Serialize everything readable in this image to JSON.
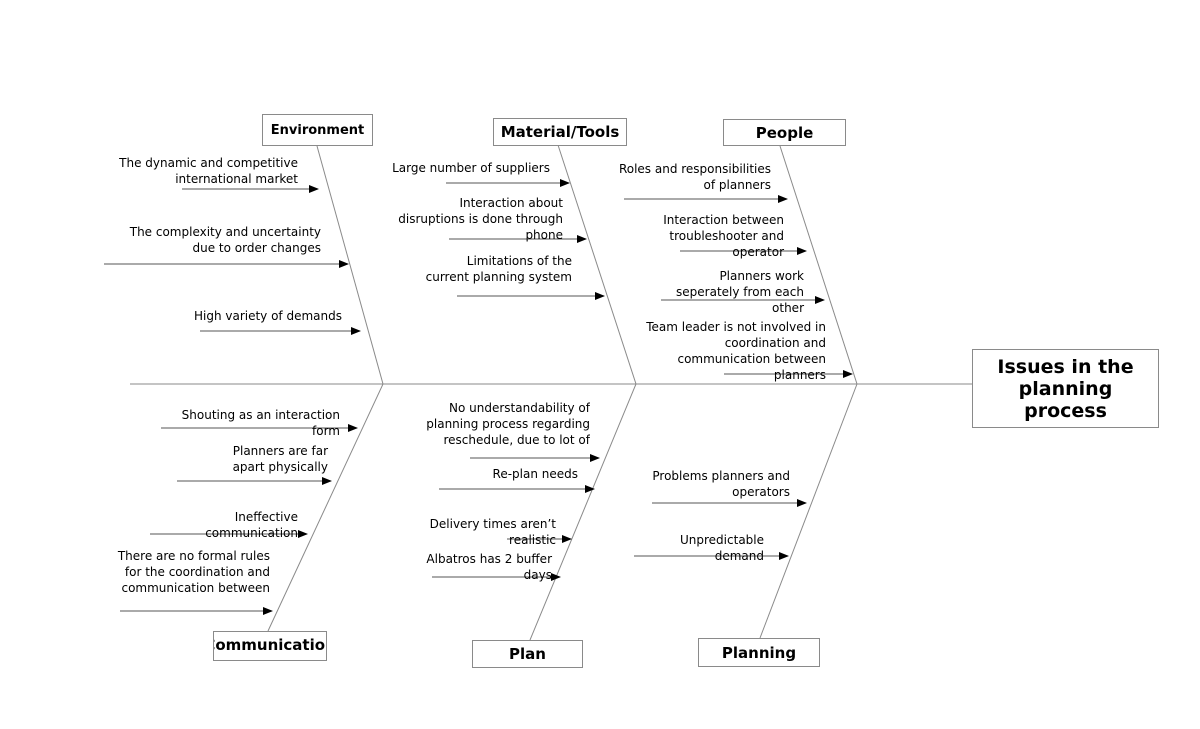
{
  "effect": "Issues in the planning process",
  "categories": {
    "environment": "Environment",
    "material_tools": "Material/Tools",
    "people": "People",
    "communication": "Communication",
    "plan": "Plan",
    "planning": "Planning"
  },
  "causes": {
    "environment": [
      "The dynamic and competitive international market",
      "The complexity and uncertainty due to order changes",
      "High variety of demands"
    ],
    "material_tools": [
      "Large number of suppliers",
      "Interaction about disruptions is done through phone",
      "Limitations of the current planning system"
    ],
    "people": [
      "Roles and responsibilities of planners",
      "Interaction between troubleshooter and operator",
      "Planners work seperately from each other",
      "Team leader is not involved in coordination and communication between planners"
    ],
    "communication": [
      "Shouting as an interaction form",
      "Planners are far apart physically",
      "Ineffective communication",
      "There are no formal rules for the coordination and communication between"
    ],
    "plan": [
      "No understandability of planning process regarding reschedule, due to lot of reschedule lists and",
      "Re-plan needs",
      "Delivery times aren’t realistic",
      "Albatros has 2 buffer days"
    ],
    "planning": [
      "Problems planners and operators",
      "Unpredictable demand"
    ]
  }
}
